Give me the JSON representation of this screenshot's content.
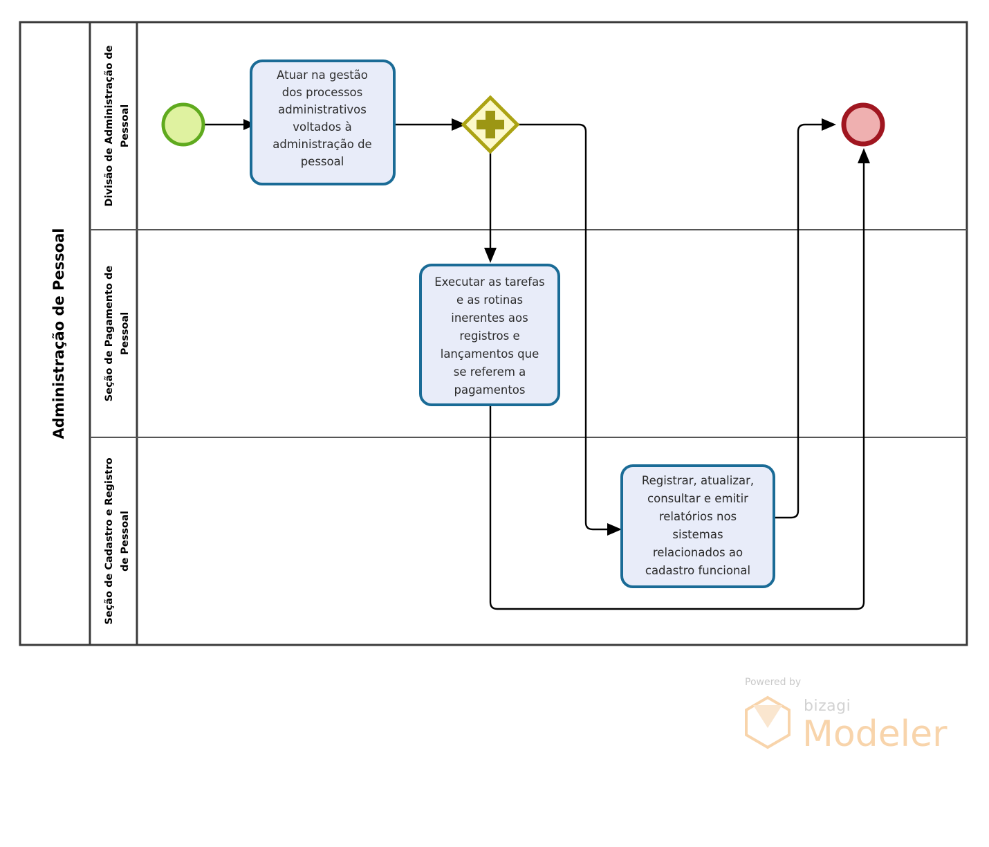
{
  "diagram": {
    "type": "bpmn-process-diagram",
    "pool": {
      "label": "Administração de Pessoal"
    },
    "lanes": [
      {
        "id": "lane-1",
        "label": "Divisão de Administração de Pessoal"
      },
      {
        "id": "lane-2",
        "label": "Seção de Pagamento de Pessoal"
      },
      {
        "id": "lane-3",
        "label": "Seção de Cadastro e Registro de Pessoal"
      }
    ],
    "events": {
      "start": {
        "name": "start-event",
        "fill": "#dff2a0",
        "stroke": "#5faa1e"
      },
      "end": {
        "name": "end-event",
        "fill": "#efb0b0",
        "stroke": "#a01620"
      }
    },
    "gateway": {
      "name": "parallel-gateway",
      "symbol": "+",
      "fill": "#fcf9c9",
      "stroke": "#aba313"
    },
    "tasks": [
      {
        "id": "task-1",
        "lane": "lane-1",
        "lines": [
          "Atuar na gestão",
          "dos processos",
          "administrativos",
          "voltados à",
          "administração de",
          "pessoal"
        ]
      },
      {
        "id": "task-2",
        "lane": "lane-2",
        "lines": [
          "Executar as tarefas",
          "e as rotinas",
          "inerentes aos",
          "registros e",
          "lançamentos  que",
          "se referem a",
          "pagamentos"
        ]
      },
      {
        "id": "task-3",
        "lane": "lane-3",
        "lines": [
          "Registrar, atualizar,",
          "consultar e emitir",
          "relatórios nos",
          "sistemas",
          "relacionados ao",
          "cadastro funcional"
        ]
      }
    ],
    "colors": {
      "task_fill": "#e8ecf9",
      "task_stroke": "#1a6b96",
      "pool_stroke": "#3a3a3a",
      "flow_stroke": "#000000"
    }
  },
  "logo": {
    "powered_by": "Powered by",
    "brand": "bizagi",
    "product": "Modeler"
  }
}
